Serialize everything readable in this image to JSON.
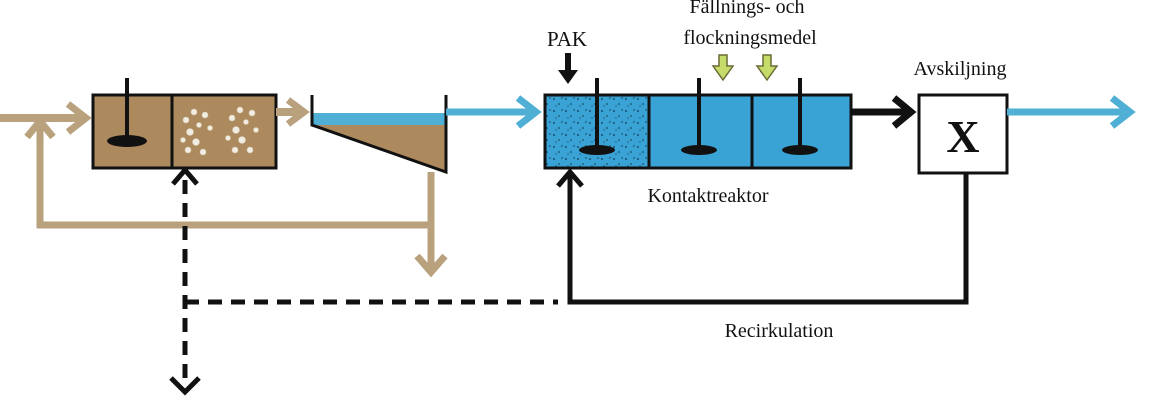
{
  "labels": {
    "pak": "PAK",
    "chemicals_line1": "Fällnings- och",
    "chemicals_line2": "flockningsmedel",
    "separation": "Avskiljning",
    "separator_symbol": "X",
    "contact_reactor": "Kontaktreaktor",
    "recirculation": "Recirkulation"
  },
  "colors": {
    "sludge_brown": "#ac8a5e",
    "tan_line": "#b9a17e",
    "water_blue": "#4fafd4",
    "reactor_blue": "#3aa3d6",
    "chem_arrow_fill": "#c6dc6a",
    "stroke_dark": "#111111"
  }
}
